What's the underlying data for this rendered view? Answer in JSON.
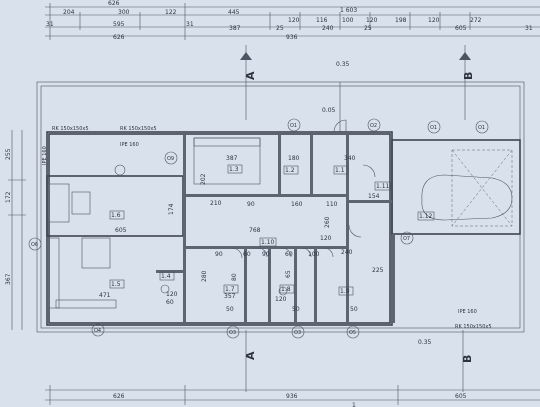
{
  "dims_top": {
    "row1": [
      "204",
      "300",
      "122",
      "445",
      "120",
      "116",
      "100",
      "120",
      "198",
      "120",
      "272"
    ],
    "total": "1 603",
    "row2": [
      "31",
      "595",
      "31",
      "387",
      "25",
      "240",
      "25",
      "605",
      "31"
    ],
    "row3": [
      "626",
      "936"
    ],
    "top_left": "626"
  },
  "dims_bottom": [
    "626",
    "936",
    "605"
  ],
  "dims_left": [
    "255",
    "172",
    "367"
  ],
  "section_marks": {
    "top_a": "A",
    "top_b": "B",
    "bottom_a": "A",
    "bottom_b": "B",
    "level_top": "0.35",
    "level_bottom": "0.35",
    "level_entry": "0.05"
  },
  "beams": {
    "rk_top1": "RK 150x150x5",
    "rk_top2": "RK 150x150x5",
    "ipe_top": "IPE 160",
    "ipe_left": "IPE 160",
    "ipe_bottom": "IPE 160",
    "rk_bottom": "RK 150x150x5"
  },
  "rooms": [
    {
      "id": "1.3",
      "num": "387"
    },
    {
      "id": "1.2",
      "num": "180"
    },
    {
      "id": "1.1",
      "num": "340"
    },
    {
      "id": "1.11",
      "num": "154"
    },
    {
      "id": "1.12",
      "num": ""
    },
    {
      "id": "1.6",
      "num": ""
    },
    {
      "id": "1.5",
      "num": "471"
    },
    {
      "id": "1.4",
      "num": "120"
    },
    {
      "id": "1.7",
      "num": "357"
    },
    {
      "id": "1.8",
      "num": "120"
    },
    {
      "id": "1.9",
      "num": "225"
    },
    {
      "id": "1.10",
      "num": "768"
    }
  ],
  "grid_tags": [
    "O1",
    "O1",
    "O1",
    "O2",
    "O3",
    "O3",
    "O4",
    "O5",
    "O6",
    "O7",
    "O9"
  ],
  "inner_dims": [
    "210",
    "202",
    "174",
    "605",
    "280",
    "90",
    "160",
    "110",
    "260",
    "120",
    "60",
    "90",
    "240",
    "90",
    "60",
    "100",
    "50",
    "50",
    "50",
    "60",
    "80",
    "65"
  ],
  "page_number": "1"
}
